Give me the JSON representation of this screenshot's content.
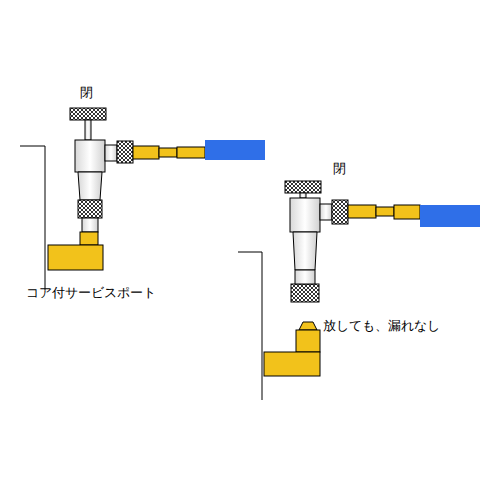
{
  "diagram": {
    "labels": [
      "閉",
      "閉",
      "コア付サービスポート",
      "放しても、漏れなし"
    ]
  }
}
